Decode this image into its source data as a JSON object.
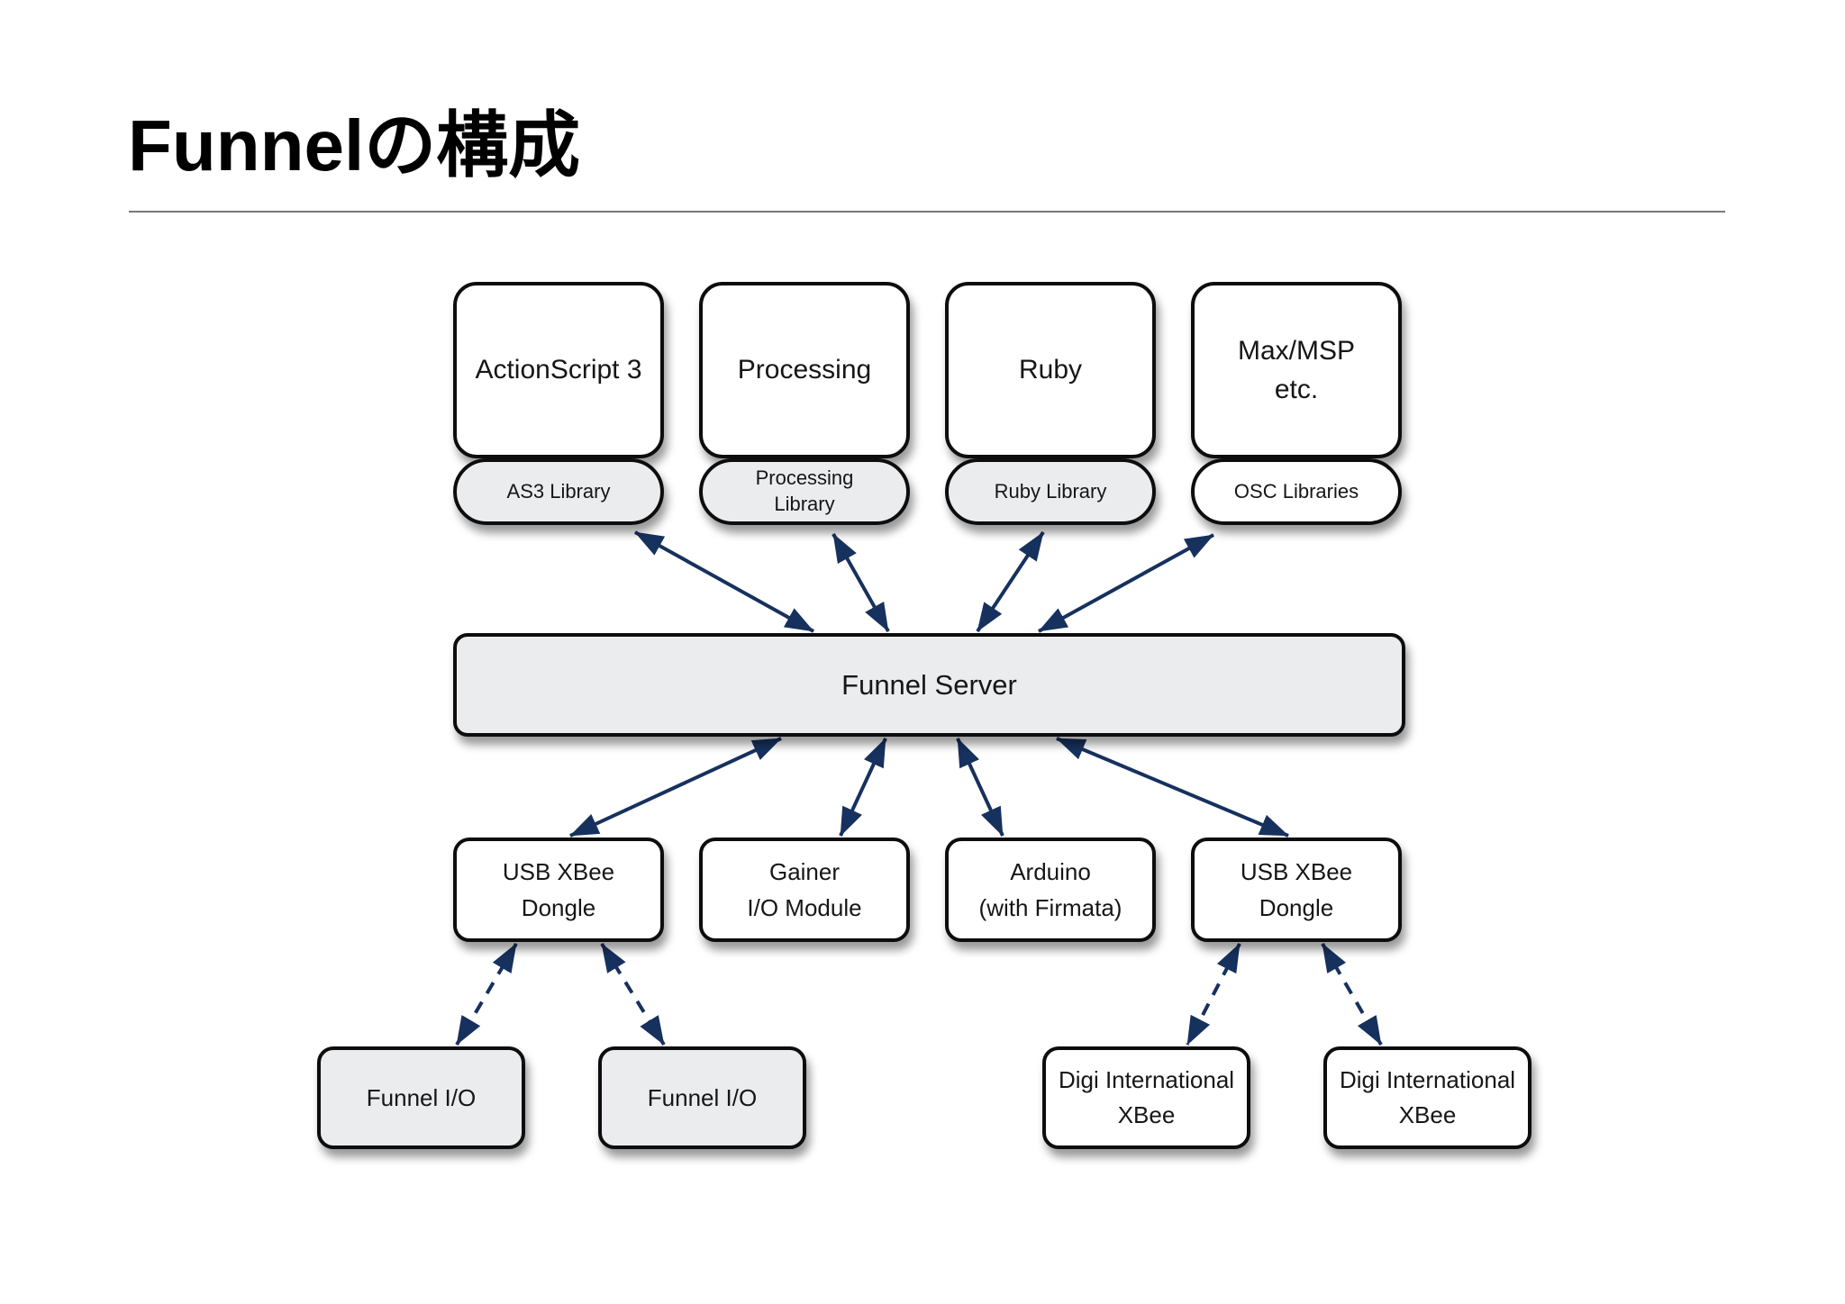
{
  "title": "Funnelの構成",
  "colors": {
    "background": "#ffffff",
    "arrow": "#17315e",
    "border": "#0d0d0d",
    "gray_fill": "#ebecee",
    "white_fill": "#ffffff",
    "rule": "#7a7a7a"
  },
  "languages": [
    {
      "lines": [
        "ActionScript 3"
      ],
      "library": {
        "lines": [
          "AS3 Library"
        ],
        "fill": "gray"
      }
    },
    {
      "lines": [
        "Processing"
      ],
      "library": {
        "lines": [
          "Processing",
          "Library"
        ],
        "fill": "gray"
      }
    },
    {
      "lines": [
        "Ruby"
      ],
      "library": {
        "lines": [
          "Ruby Library"
        ],
        "fill": "gray"
      }
    },
    {
      "lines": [
        "Max/MSP",
        "etc."
      ],
      "library": {
        "lines": [
          "OSC Libraries"
        ],
        "fill": "white"
      }
    }
  ],
  "server": {
    "label": "Funnel Server"
  },
  "devices": [
    {
      "lines": [
        "USB XBee",
        "Dongle"
      ]
    },
    {
      "lines": [
        "Gainer",
        "I/O Module"
      ]
    },
    {
      "lines": [
        "Arduino",
        "(with Firmata)"
      ]
    },
    {
      "lines": [
        "USB XBee",
        "Dongle"
      ]
    }
  ],
  "endpoints": [
    {
      "lines": [
        "Funnel I/O"
      ],
      "fill": "gray"
    },
    {
      "lines": [
        "Funnel I/O"
      ],
      "fill": "gray"
    },
    {
      "lines": [
        "Digi International",
        "XBee"
      ],
      "fill": "white"
    },
    {
      "lines": [
        "Digi International",
        "XBee"
      ],
      "fill": "white"
    }
  ],
  "connections": [
    {
      "from": "AS3 Library",
      "to": "Funnel Server",
      "style": "solid",
      "bidirectional": true
    },
    {
      "from": "Processing Library",
      "to": "Funnel Server",
      "style": "solid",
      "bidirectional": true
    },
    {
      "from": "Ruby Library",
      "to": "Funnel Server",
      "style": "solid",
      "bidirectional": true
    },
    {
      "from": "OSC Libraries",
      "to": "Funnel Server",
      "style": "solid",
      "bidirectional": true
    },
    {
      "from": "Funnel Server",
      "to": "USB XBee Dongle (left)",
      "style": "solid",
      "bidirectional": true
    },
    {
      "from": "Funnel Server",
      "to": "Gainer I/O Module",
      "style": "solid",
      "bidirectional": true
    },
    {
      "from": "Funnel Server",
      "to": "Arduino (with Firmata)",
      "style": "solid",
      "bidirectional": true
    },
    {
      "from": "Funnel Server",
      "to": "USB XBee Dongle (right)",
      "style": "solid",
      "bidirectional": true
    },
    {
      "from": "USB XBee Dongle (left)",
      "to": "Funnel I/O (1)",
      "style": "dashed",
      "bidirectional": true
    },
    {
      "from": "USB XBee Dongle (left)",
      "to": "Funnel I/O (2)",
      "style": "dashed",
      "bidirectional": true
    },
    {
      "from": "USB XBee Dongle (right)",
      "to": "Digi International XBee (1)",
      "style": "dashed",
      "bidirectional": true
    },
    {
      "from": "USB XBee Dongle (right)",
      "to": "Digi International XBee (2)",
      "style": "dashed",
      "bidirectional": true
    }
  ]
}
